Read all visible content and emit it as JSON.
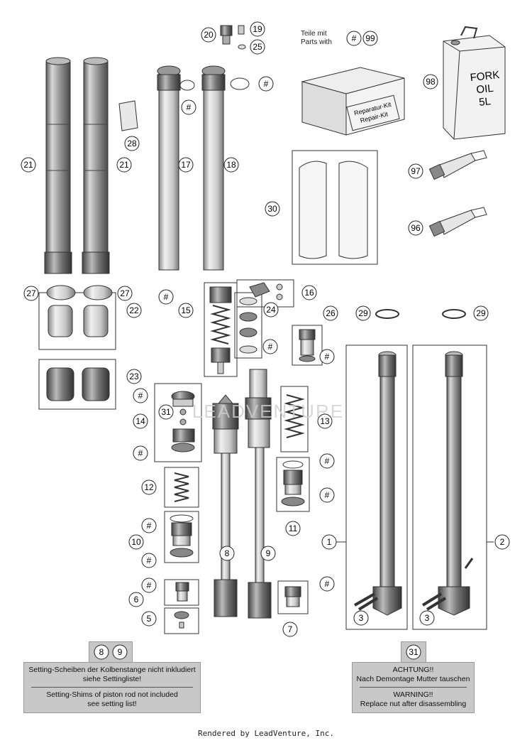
{
  "header": {
    "kit_note_de": "Teile mit",
    "kit_note_en": "Parts with",
    "kit_box_line1": "Reparatur-Kit",
    "kit_box_line2": "Repair-Kit",
    "oil_can_line1": "FORK",
    "oil_can_line2": "OIL",
    "oil_can_line3": "5L"
  },
  "watermark": "LEADVENTURE",
  "callouts": {
    "c1": "1",
    "c2": "2",
    "c3a": "3",
    "c3b": "3",
    "c5": "5",
    "c6": "6",
    "c7": "7",
    "c8": "8",
    "c9": "9",
    "c10": "10",
    "c11": "11",
    "c12": "12",
    "c13": "13",
    "c14": "14",
    "c15": "15",
    "c16": "16",
    "c17": "17",
    "c18": "18",
    "c19": "19",
    "c20": "20",
    "c21a": "21",
    "c21b": "21",
    "c22": "22",
    "c23": "23",
    "c24": "24",
    "c25": "25",
    "c26": "26",
    "c27a": "27",
    "c27b": "27",
    "c28": "28",
    "c29a": "29",
    "c29b": "29",
    "c30": "30",
    "c31": "31",
    "c96": "96",
    "c97": "97",
    "c98": "98",
    "c99": "99",
    "hash": "#"
  },
  "notes": {
    "left": {
      "tag1": "8",
      "tag2": "9",
      "de1": "Setting-Scheiben der Kolbenstange nicht inkludiert",
      "de2": "siehe Settingliste!",
      "en1": "Setting-Shims of piston rod not included",
      "en2": "see setting list!"
    },
    "right": {
      "tag": "31",
      "de1": "ACHTUNG!!",
      "de2": "Nach Demontage Mutter tauschen",
      "en1": "WARNING!!",
      "en2": "Replace nut after disassembling"
    }
  },
  "footer": "Rendered by LeadVenture, Inc."
}
